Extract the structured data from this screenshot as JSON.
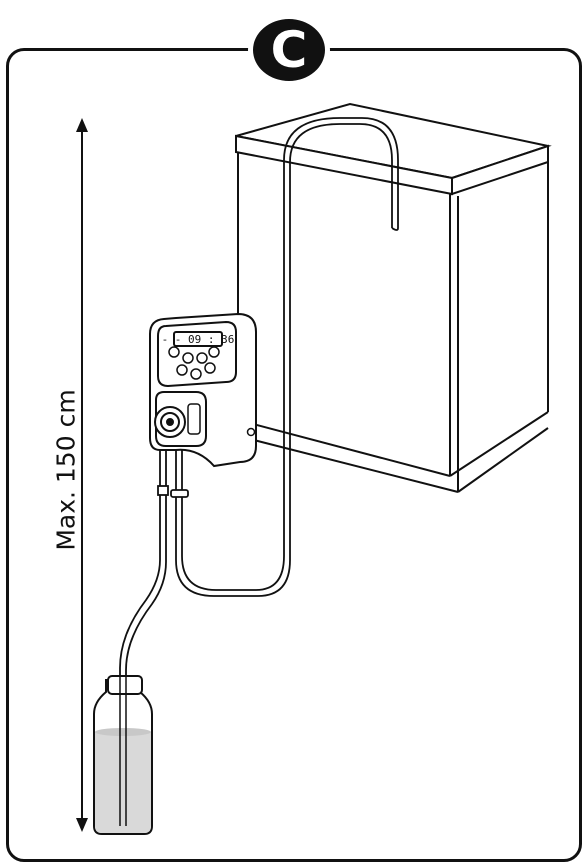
{
  "badge": {
    "letter": "C"
  },
  "dimension": {
    "label": "Max. 150 cm"
  },
  "pump": {
    "display_reading": "- - 09 : 36"
  },
  "colors": {
    "line": "#111111",
    "liquid": "#d9d9d9",
    "background": "#ffffff"
  },
  "icons": [
    "dosing-pump-icon",
    "aquarium-tank-icon",
    "bottle-icon",
    "tube-icon",
    "height-arrow-icon"
  ]
}
